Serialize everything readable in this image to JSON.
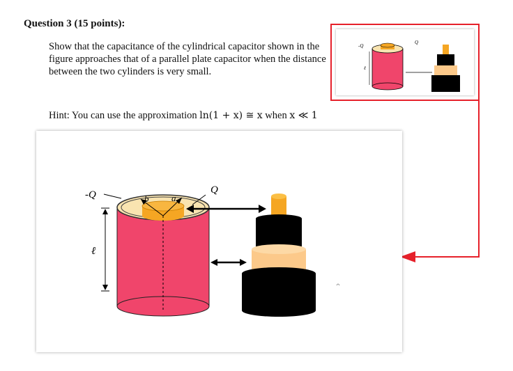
{
  "question": {
    "heading": "Question 3 (15 points):",
    "body": "Show that the capacitance of the cylindrical capacitor shown in the figure approaches that of a parallel plate capacitor when the distance between the two cylinders is very small.",
    "hint_prefix": "Hint: You can use the approximation",
    "hint_formula": "ln(1 + x) ≅ x",
    "hint_when": "when",
    "hint_condition": "x ≪ 1"
  },
  "figure": {
    "label_neg_charge": "-Q",
    "label_pos_charge": "Q",
    "label_radius_b": "b",
    "label_radius_a": "a",
    "label_length": "ℓ"
  },
  "colors": {
    "callout_red": "#e6202a",
    "outer_cylinder": "#f0456b",
    "inner_cylinder": "#f5a623",
    "ring_fill": "#f9e4b0",
    "black_disk": "#000000",
    "peach_disk": "#fcc98a"
  }
}
